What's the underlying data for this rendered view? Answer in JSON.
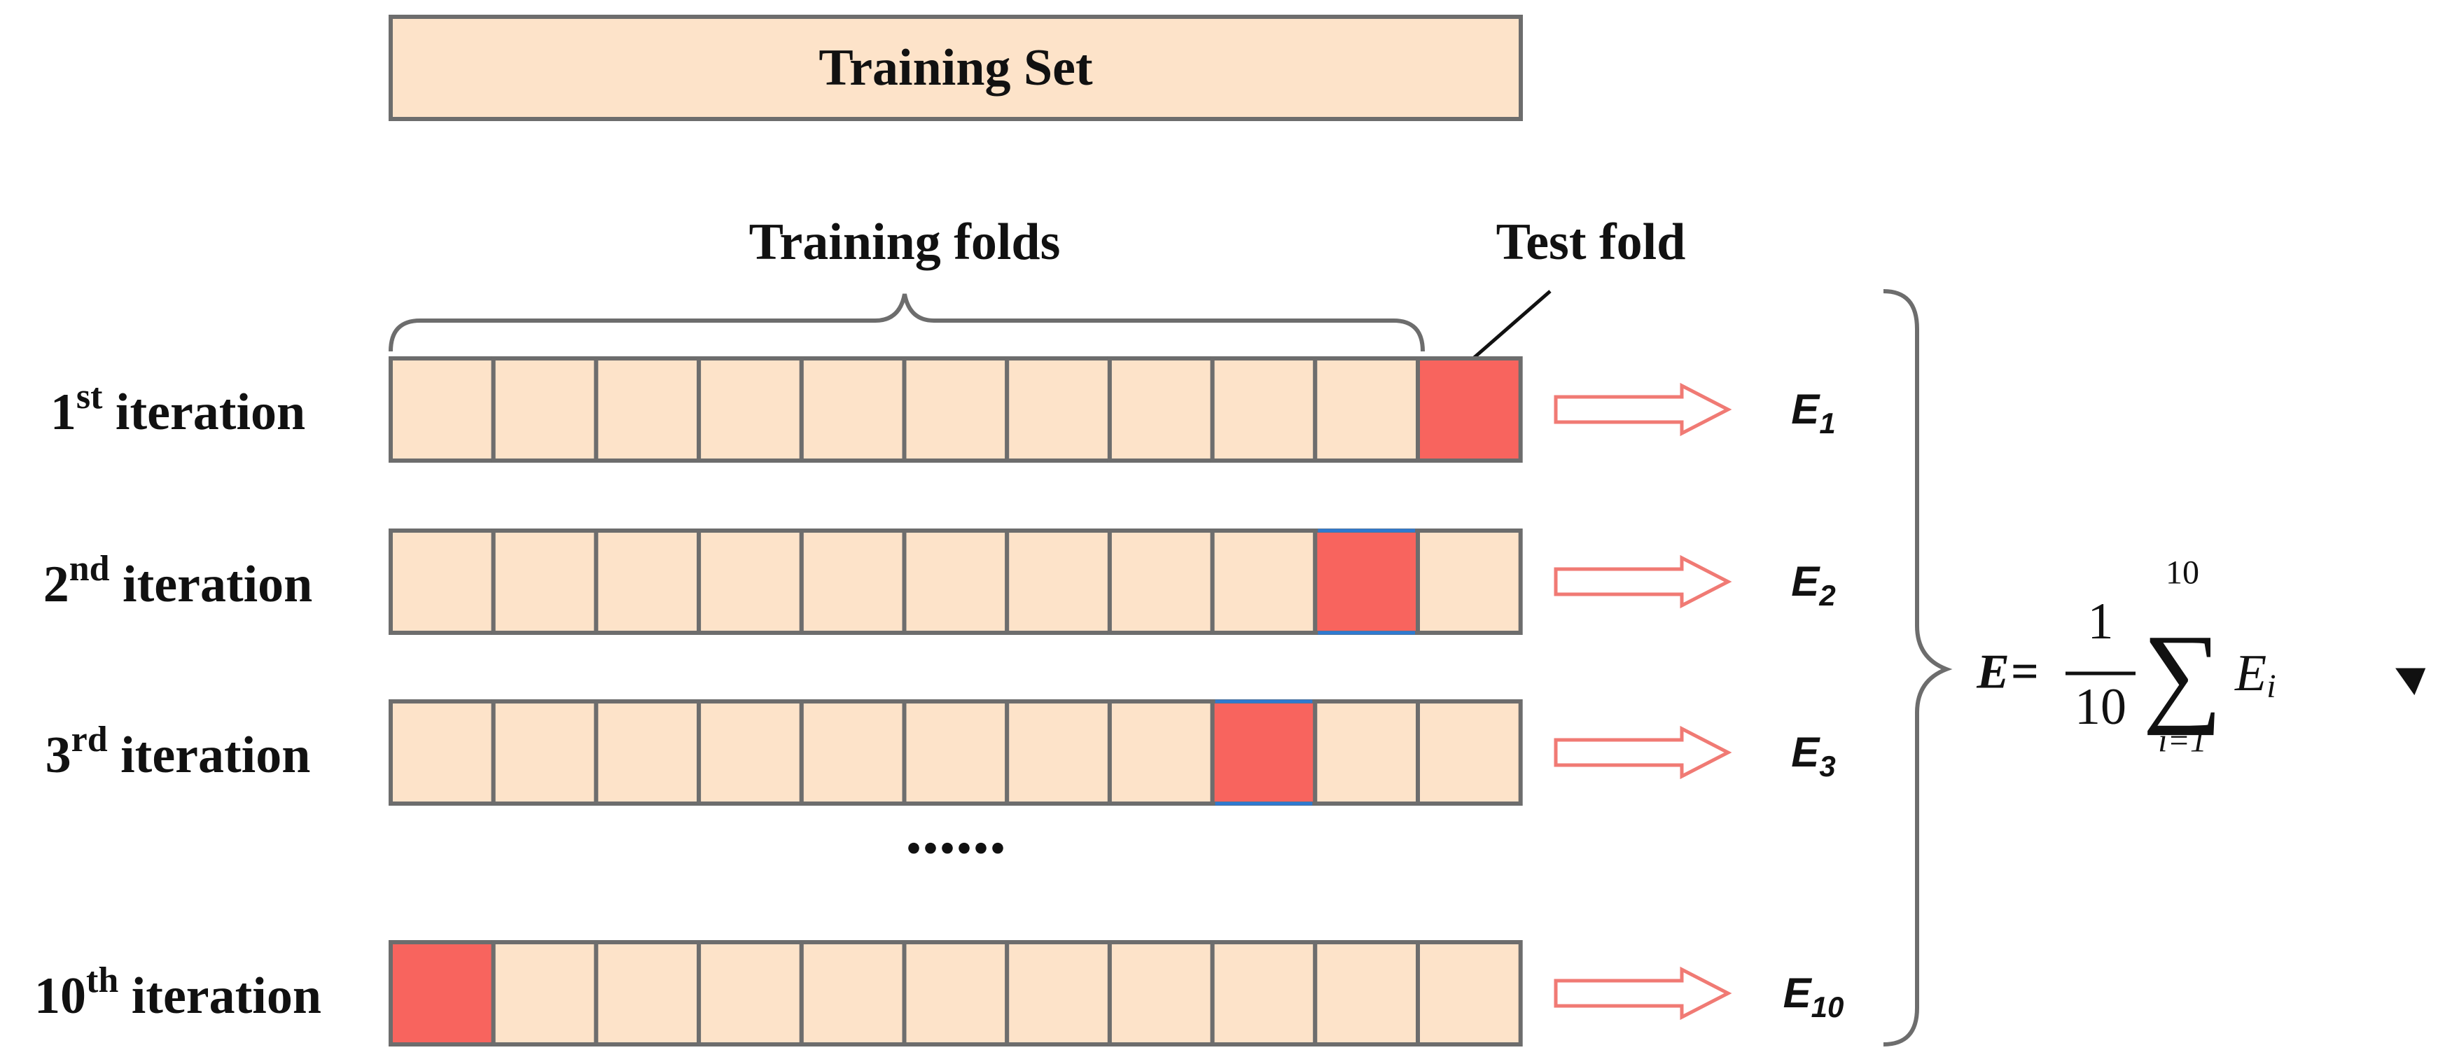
{
  "training_set": {
    "label": "Training Set"
  },
  "labels": {
    "training_folds": "Training folds",
    "test_fold": "Test fold",
    "dots": "......"
  },
  "iterations": [
    {
      "ordinal": "1",
      "suffix": "st",
      "word": " iteration",
      "test_fold": 11,
      "error_base": "E",
      "error_sub": "1"
    },
    {
      "ordinal": "2",
      "suffix": "nd",
      "word": " iteration",
      "test_fold": 10,
      "error_base": "E",
      "error_sub": "2"
    },
    {
      "ordinal": "3",
      "suffix": "rd",
      "word": " iteration",
      "test_fold": 9,
      "error_base": "E",
      "error_sub": "3"
    },
    {
      "ordinal": "10",
      "suffix": "th",
      "word": " iteration",
      "test_fold": 1,
      "error_base": "E",
      "error_sub": "10"
    }
  ],
  "fold_count": 11,
  "formula": {
    "lhs": "E",
    "equals": "=",
    "numerator": "1",
    "denominator": "10",
    "sum_symbol": "∑",
    "upper_limit": "10",
    "lower_limit": "i=1",
    "term_base": "E",
    "term_sub": "i"
  },
  "colors": {
    "fold_fill": "#fde3c9",
    "test_fill": "#f8645e",
    "stroke": "#6d6d6d",
    "arrow": "#f07a74",
    "highlight_edge": "#2f7ad1"
  }
}
